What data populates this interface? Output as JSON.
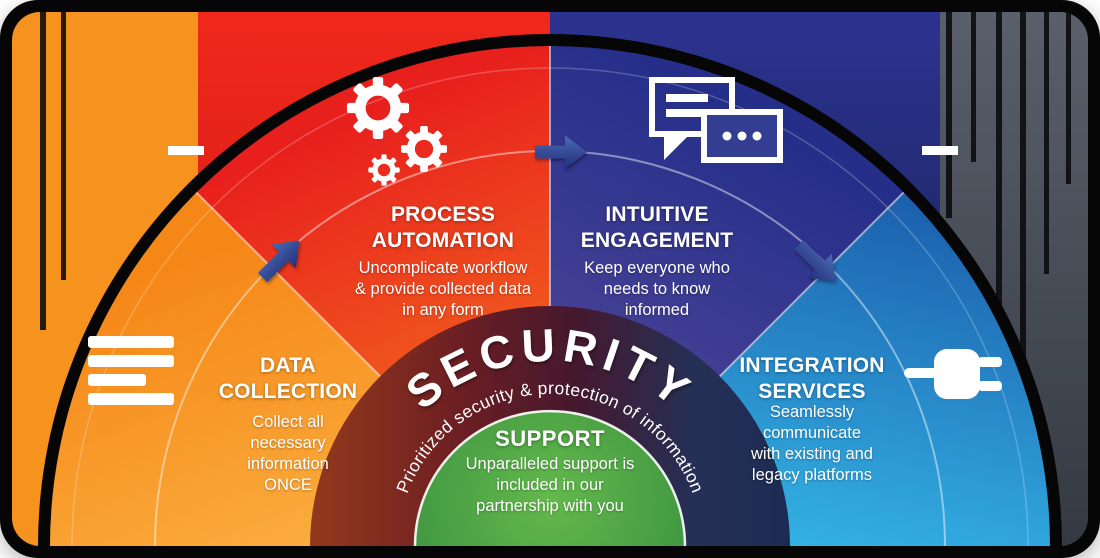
{
  "diagram": {
    "sections": [
      {
        "id": "data-collection",
        "title": "DATA COLLECTION",
        "description": "Collect all necessary information ONCE",
        "icon": "list-icon",
        "color": "#F7941E"
      },
      {
        "id": "process-automation",
        "title": "PROCESS AUTOMATION",
        "description": "Uncomplicate workflow & provide collected data in any form",
        "icon": "gears-icon",
        "color": "#ED1C24"
      },
      {
        "id": "intuitive-engagement",
        "title": "INTUITIVE ENGAGEMENT",
        "description": "Keep everyone who needs to know informed",
        "icon": "chat-bubbles-icon",
        "color": "#2B3990"
      },
      {
        "id": "integration-services",
        "title": "INTEGRATION SERVICES",
        "description": "Seamlessly communicate with existing and legacy platforms",
        "icon": "plug-icon",
        "color": "#1B75BC"
      }
    ],
    "center": {
      "security": {
        "title": "SECURITY",
        "tagline": "Prioritized security & protection of information",
        "color_left": "#8A2C15",
        "color_right": "#1F2B52"
      },
      "support": {
        "title": "SUPPORT",
        "description": "Unparalleled support is included in our partnership with you",
        "color": "#43A047"
      }
    }
  }
}
